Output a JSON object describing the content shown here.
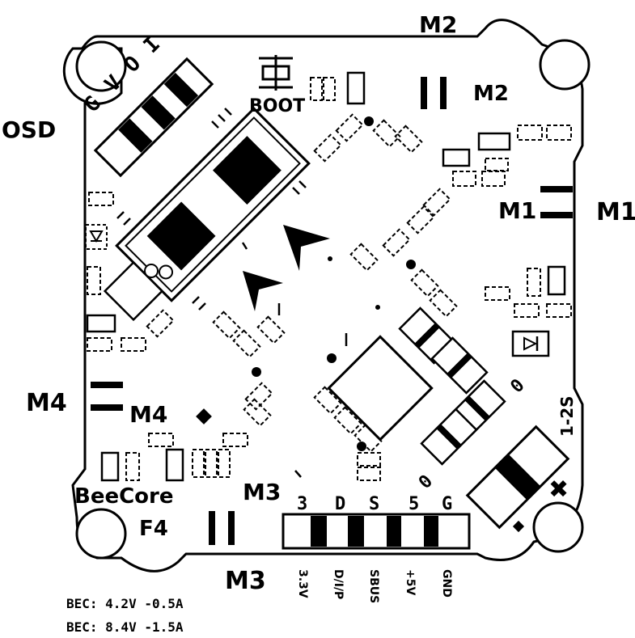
{
  "board": {
    "name": "BeeCore",
    "model": "F4",
    "osd_label": "OSD",
    "osd_pins": [
      "G",
      "V",
      "O",
      "I"
    ],
    "boot_label": "BOOT",
    "battery_label": "1-2S",
    "motors": {
      "m1_outer": "M1",
      "m1_inner": "M1",
      "m2_outer": "M2",
      "m2_inner": "M2",
      "m3_outer": "M3",
      "m3_inner": "M3",
      "m4_outer": "M4",
      "m4_inner": "M4"
    },
    "header_top": [
      "3",
      "D",
      "S",
      "5",
      "G"
    ],
    "header_bottom": [
      "3.3V",
      "D/I/P",
      "SBUS",
      "+5V",
      "GND"
    ],
    "bec": [
      "BEC: 4.2V -0.5A",
      "BEC: 8.4V -1.5A"
    ]
  }
}
